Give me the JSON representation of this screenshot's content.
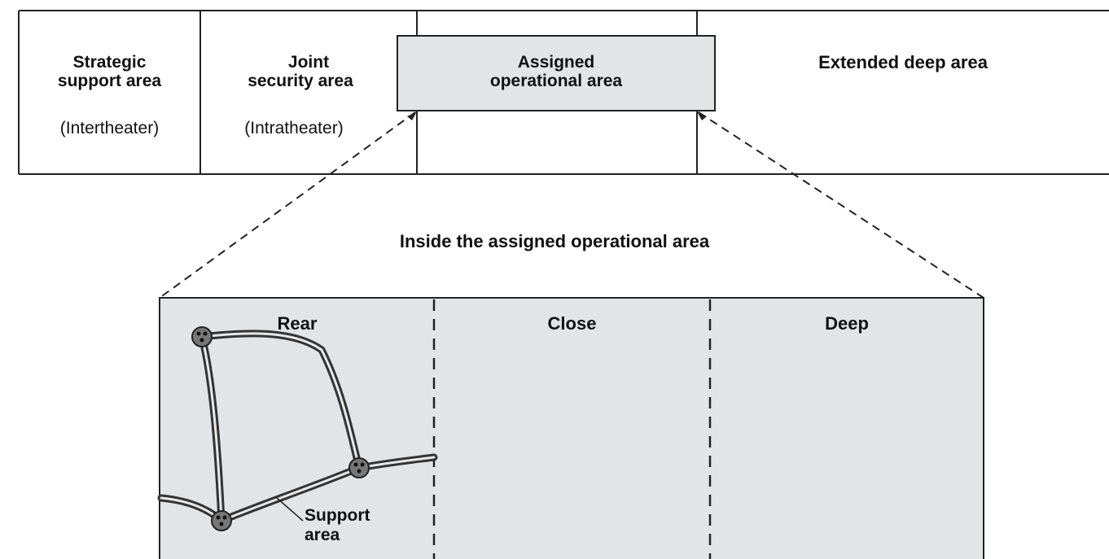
{
  "top_row": {
    "strategic": {
      "title_line1": "Strategic",
      "title_line2": "support area",
      "sub": "(Intertheater)"
    },
    "joint": {
      "title_line1": "Joint",
      "title_line2": "security area",
      "sub": "(Intratheater)"
    },
    "assigned": {
      "title_line1": "Assigned",
      "title_line2": "operational area"
    },
    "extended": {
      "title": "Extended deep area"
    }
  },
  "zoom": {
    "title": "Inside the assigned operational area",
    "zones": {
      "rear": "Rear",
      "close": "Close",
      "deep": "Deep"
    },
    "support_line1": "Support",
    "support_line2": "area"
  },
  "colors": {
    "shade": "#e2e4e6",
    "line": "#222222",
    "road": "#555555",
    "node": "#666666"
  }
}
